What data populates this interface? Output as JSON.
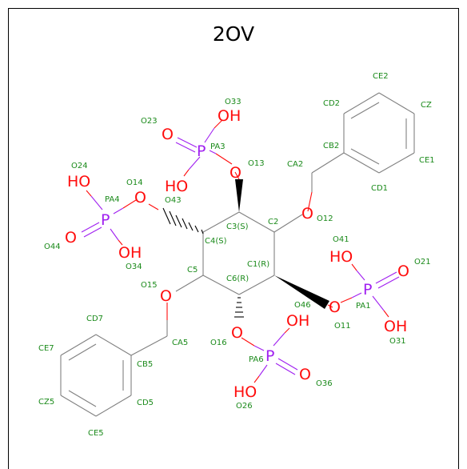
{
  "title": "2OV",
  "colors": {
    "carbon": "#808080",
    "oxygen": "#ff0d0d",
    "phosphorus": "#a020f0",
    "label": "#1a8a1a"
  },
  "atom_labels": [
    "O33",
    "O23",
    "PA3",
    "O13",
    "O24",
    "O14",
    "PA4",
    "O43",
    "O44",
    "O34",
    "CA2",
    "CD2",
    "CE2",
    "CZ",
    "CB2",
    "CE1",
    "CD1",
    "C3(S)",
    "C2",
    "C4(S)",
    "O12",
    "O41",
    "O21",
    "C1(R)",
    "C5",
    "C6(R)",
    "O15",
    "PA1",
    "O46",
    "O11",
    "O31",
    "CD7",
    "CA5",
    "O16",
    "PA6",
    "CE7",
    "CB5",
    "O36",
    "CZ5",
    "CD5",
    "O26",
    "CE5"
  ],
  "elements": {
    "oh_pa3_top": "OH",
    "o_pa3_left": "O",
    "p_pa3": "P",
    "ho_pa3": "HO",
    "o_13": "O",
    "ho_pa4": "HO",
    "o_14": "O",
    "p_pa4": "P",
    "o_44": "O",
    "oh_34": "OH",
    "o_12": "O",
    "ho_41": "HO",
    "o_21": "O",
    "p_pa1": "P",
    "o_11": "O",
    "oh_31": "OH",
    "o_15": "O",
    "o_16": "O",
    "oh_pa6": "OH",
    "p_pa6": "P",
    "o_36": "O",
    "ho_26": "HO"
  }
}
